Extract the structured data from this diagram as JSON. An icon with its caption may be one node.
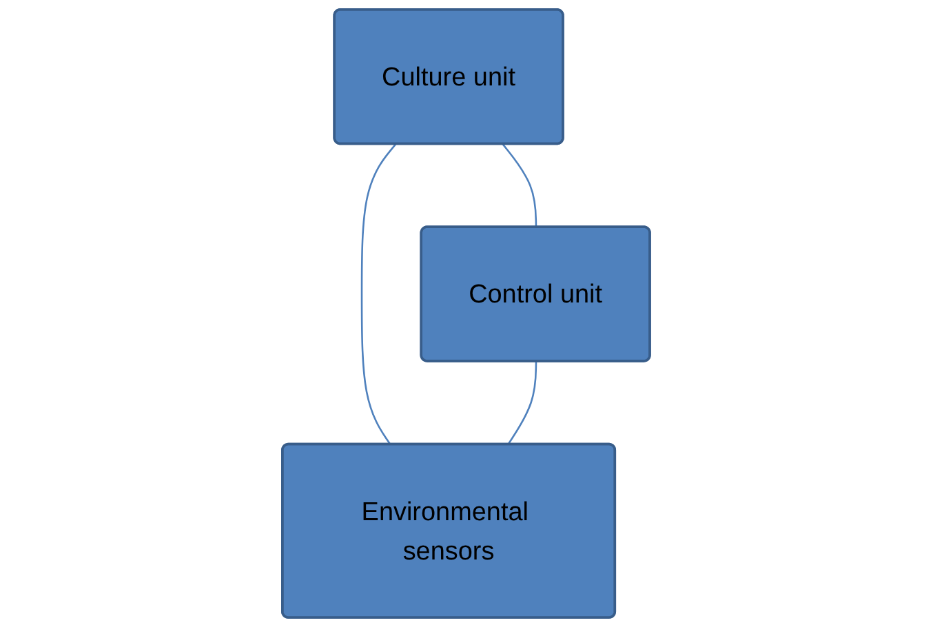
{
  "diagram": {
    "nodes": [
      {
        "text": [
          "Culture unit"
        ]
      },
      {
        "text": [
          "Control unit"
        ]
      },
      {
        "text": [
          "Environmental sensors"
        ]
      }
    ],
    "edges": [
      {
        "from": 0,
        "to": 1,
        "arrow": "none"
      },
      {
        "from": 0,
        "to": 2,
        "arrow": "none"
      },
      {
        "from": 1,
        "to": 2,
        "arrow": "none"
      }
    ]
  }
}
